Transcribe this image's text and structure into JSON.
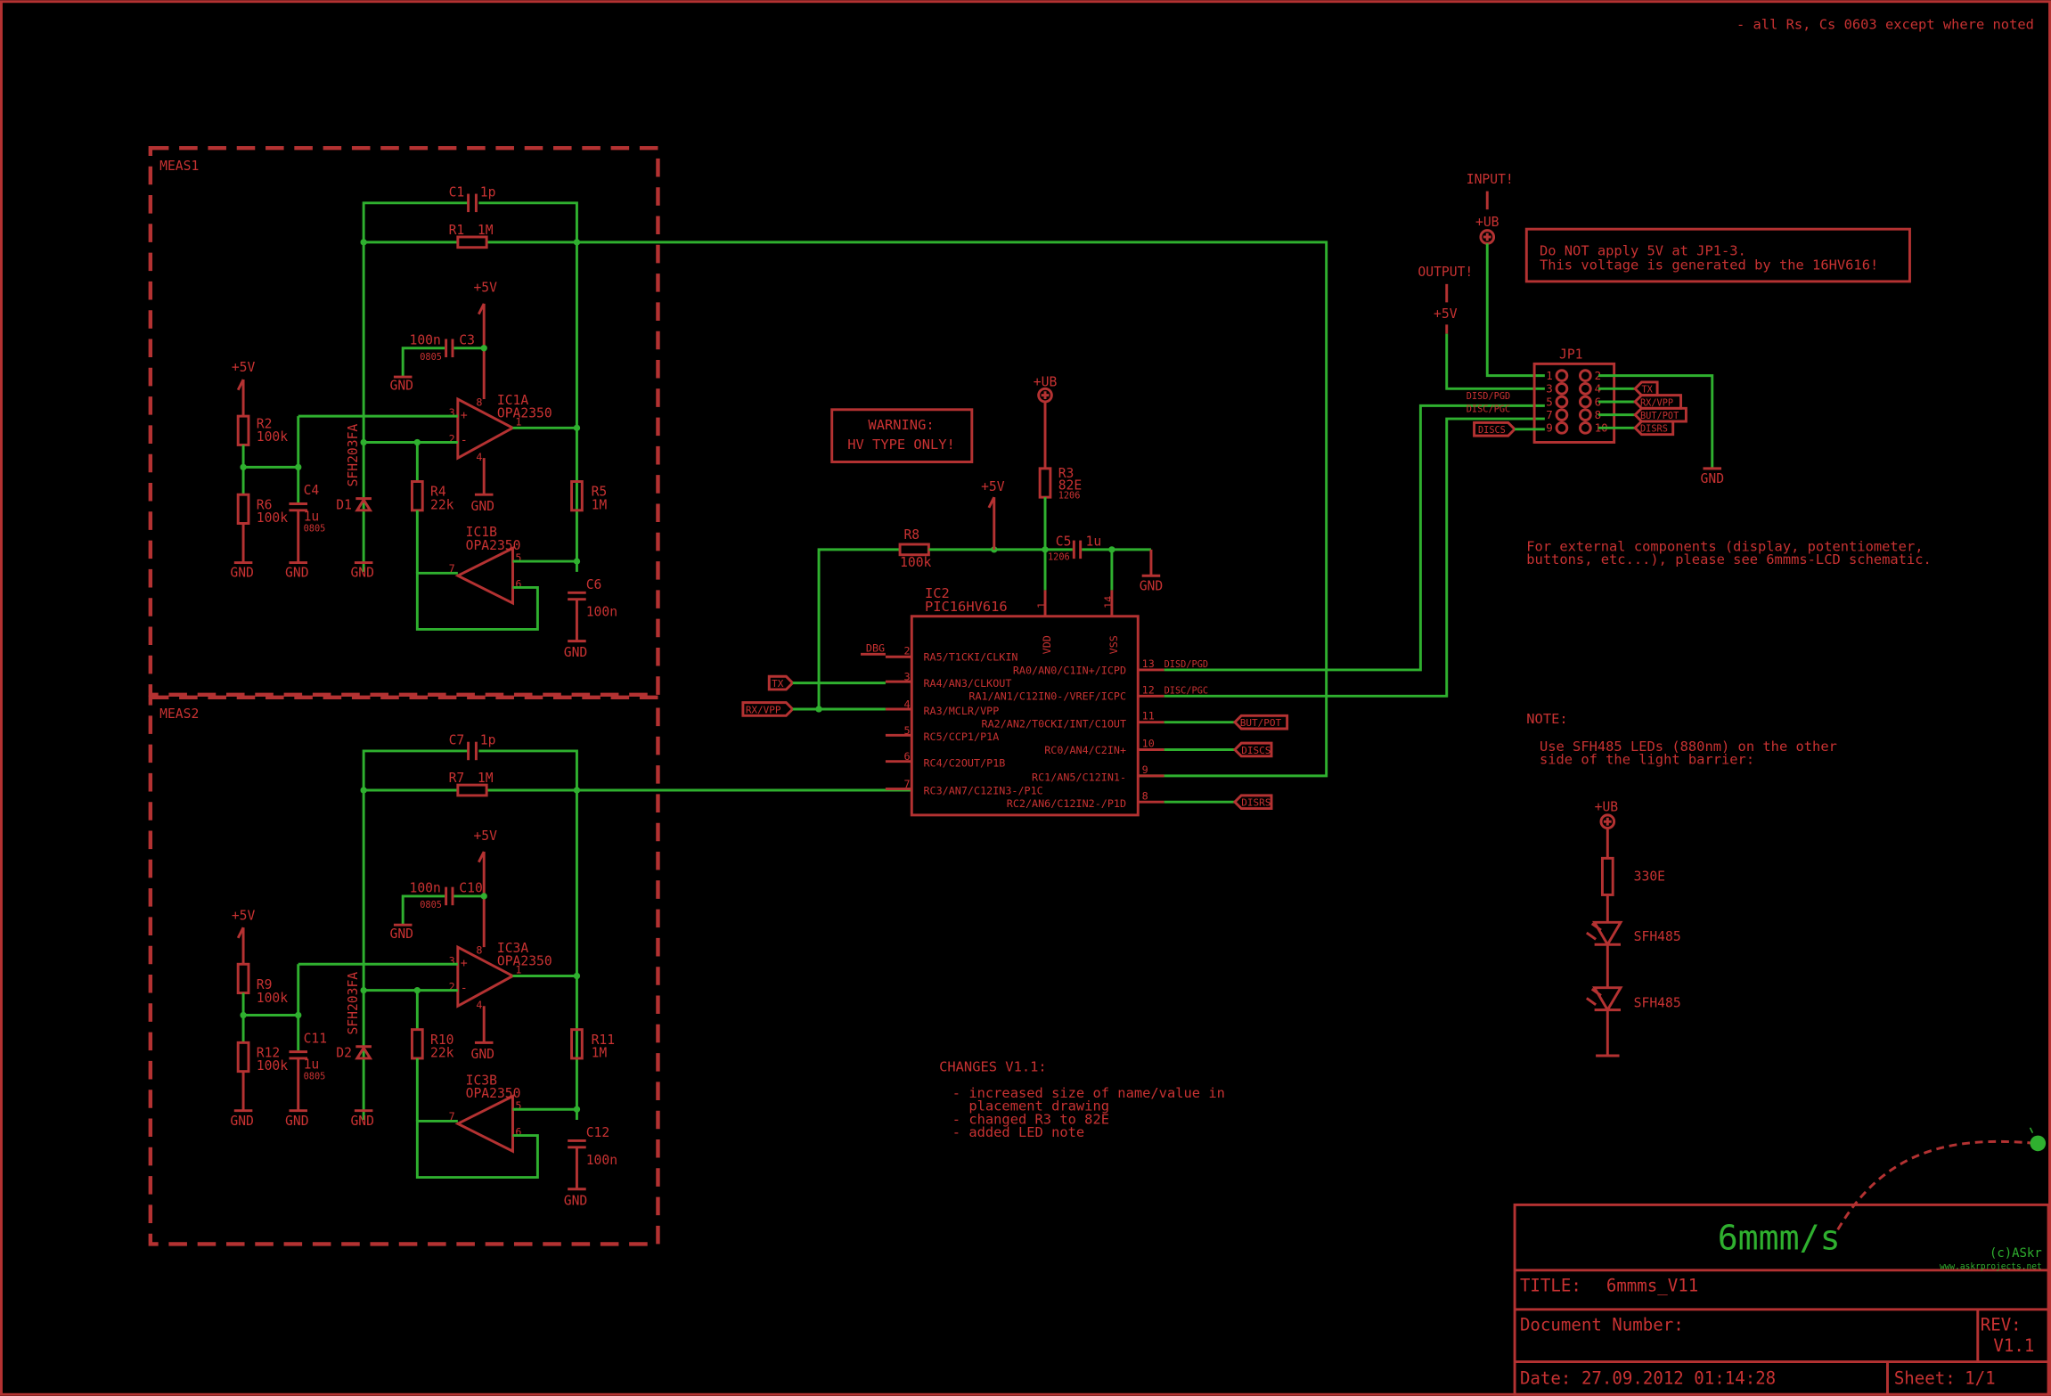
{
  "notes": {
    "top_right": "- all Rs, Cs 0603 except where noted",
    "warning_title": "WARNING:",
    "warning_body": "HV TYPE ONLY!",
    "jp_warn_1": "Do NOT apply 5V at JP1-3.",
    "jp_warn_2": "This voltage is generated by the 16HV616!",
    "ext_1": "For external components (display, potentiometer,",
    "ext_2": "buttons, etc...), please see 6mmms-LCD schematic.",
    "note_title": "NOTE:",
    "note_1": "Use SFH485 LEDs (880nm) on the other",
    "note_2": "side of the light barrier:",
    "changes_title": "CHANGES V1.1:",
    "changes": [
      "- increased size of name/value in",
      "  placement drawing",
      "- changed R3 to 82E",
      "- added LED note"
    ],
    "input": "INPUT!",
    "output": "OUTPUT!"
  },
  "frames": {
    "meas1": "MEAS1",
    "meas2": "MEAS2"
  },
  "ic2": {
    "name": "IC2",
    "value": "PIC16HV616",
    "left_pins": [
      {
        "num": "2",
        "label": "RA5/T1CKI/CLKIN"
      },
      {
        "num": "3",
        "label": "RA4/AN3/CLKOUT"
      },
      {
        "num": "4",
        "label": "RA3/MCLR/VPP"
      },
      {
        "num": "5",
        "label": "RC5/CCP1/P1A"
      },
      {
        "num": "6",
        "label": "RC4/C2OUT/P1B"
      },
      {
        "num": "7",
        "label": "RC3/AN7/C12IN3-/P1C"
      }
    ],
    "right_pins": [
      {
        "num": "13",
        "label": "RA0/AN0/C1IN+/ICPD"
      },
      {
        "num": "12",
        "label": "RA1/AN1/C12IN0-/VREF/ICPC"
      },
      {
        "num": "11",
        "label": "RA2/AN2/T0CKI/INT/C1OUT"
      },
      {
        "num": "10",
        "label": "RC0/AN4/C2IN+"
      },
      {
        "num": "9",
        "label": "RC1/AN5/C12IN1-"
      },
      {
        "num": "8",
        "label": "RC2/AN6/C12IN2-/P1D"
      }
    ],
    "vdd": "VDD",
    "vss": "VSS",
    "pin_vdd": "1",
    "pin_vss": "14"
  },
  "nets": {
    "dbg": "DBG",
    "tx": "TX",
    "rxvpp": "RX/VPP",
    "butpot": "BUT/POT",
    "discs": "DISCS",
    "disrs": "DISRS",
    "disd": "DISD/PGD",
    "disc": "DISC/PGC",
    "gnd": "GND",
    "p5v": "+5V",
    "ub": "+UB"
  },
  "jp1": {
    "name": "JP1",
    "left": [
      "1",
      "3",
      "5",
      "7",
      "9"
    ],
    "right": [
      "2",
      "4",
      "6",
      "8",
      "10"
    ],
    "left_labels": [
      "",
      "",
      "DISD/PGD",
      "DISC/PGC",
      "DISCS"
    ],
    "right_labels": [
      "",
      "TX",
      "RX/VPP",
      "BUT/POT",
      "DISRS"
    ]
  },
  "parts": {
    "r3n": "R3",
    "r3v": "82E",
    "r3p": "1206",
    "r8n": "R8",
    "r8v": "100k",
    "c5n": "C5",
    "c5v": "1u",
    "c5p": "1206",
    "c1n": "C1",
    "c1v": "1p",
    "r1n": "R1",
    "r1v": "1M",
    "c3n": "C3",
    "c3v": "100n",
    "c3p": "0805",
    "ic1an": "IC1A",
    "ic1av": "OPA2350",
    "ic1bn": "IC1B",
    "ic1bv": "OPA2350",
    "r2n": "R2",
    "r2v": "100k",
    "r6n": "R6",
    "r6v": "100k",
    "c4n": "C4",
    "c4v": "1u",
    "c4p": "0805",
    "d1n": "D1",
    "d1v": "SFH203FA",
    "r4n": "R4",
    "r4v": "22k",
    "r5n": "R5",
    "r5v": "1M",
    "c6n": "C6",
    "c6v": "100n",
    "c7n": "C7",
    "c7v": "1p",
    "r7n": "R7",
    "r7v": "1M",
    "c10n": "C10",
    "c10v": "100n",
    "c10p": "0805",
    "ic3an": "IC3A",
    "ic3av": "OPA2350",
    "ic3bn": "IC3B",
    "ic3bv": "OPA2350",
    "r9n": "R9",
    "r9v": "100k",
    "r12n": "R12",
    "r12v": "100k",
    "c11n": "C11",
    "c11v": "1u",
    "c11p": "0805",
    "d2n": "D2",
    "d2v": "SFH203FA",
    "r10n": "R10",
    "r10v": "22k",
    "r11n": "R11",
    "r11v": "1M",
    "c12n": "C12",
    "c12v": "100n",
    "led_r": "330E",
    "led1": "SFH485",
    "led2": "SFH485"
  },
  "title_block": {
    "logo": "6mmm/s",
    "copy": "(c)ASkr",
    "url": "www.askrprojects.net",
    "title_label": "TITLE:",
    "title": "6mmms_V11",
    "doc_label": "Document Number:",
    "rev_label": "REV:",
    "rev": "V1.1",
    "date_label": "Date:",
    "date": "27.09.2012 01:14:28",
    "sheet_label": "Sheet:",
    "sheet": "1/1"
  }
}
